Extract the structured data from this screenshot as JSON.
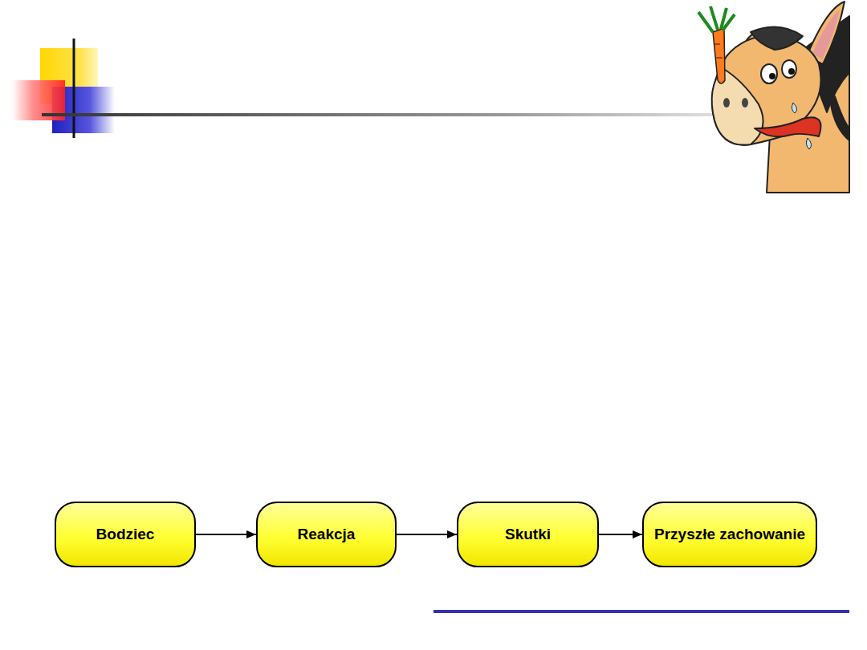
{
  "diagram": {
    "nodes": [
      {
        "text": [
          "Bodziec"
        ]
      },
      {
        "text": [
          "Reakcja"
        ]
      },
      {
        "text": [
          "Skutki"
        ]
      },
      {
        "text": [
          "Przyszłe zachowanie"
        ]
      }
    ],
    "edges": [
      {
        "from": 0,
        "to": 1,
        "arrow": "to"
      },
      {
        "from": 1,
        "to": 2,
        "arrow": "to"
      },
      {
        "from": 2,
        "to": 3,
        "arrow": "to"
      }
    ]
  }
}
